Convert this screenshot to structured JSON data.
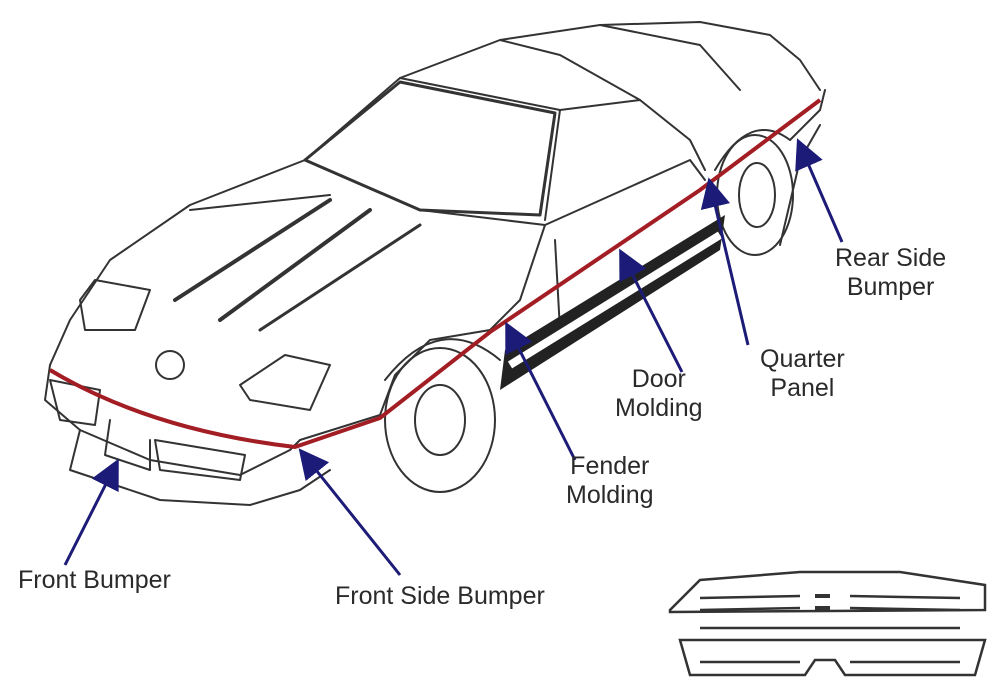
{
  "labels": {
    "rear_side_bumper": [
      "Rear Side",
      "Bumper"
    ],
    "quarter_panel": [
      "Quarter",
      "Panel"
    ],
    "door_molding": [
      "Door",
      "Molding"
    ],
    "fender_molding": [
      "Fender",
      "Molding"
    ],
    "front_bumper": "Front Bumper",
    "front_side_bumper": "Front Side Bumper"
  },
  "colors": {
    "arrow": "#1c1c78",
    "molding_stripe": "#a31d24",
    "outline": "#333333"
  }
}
